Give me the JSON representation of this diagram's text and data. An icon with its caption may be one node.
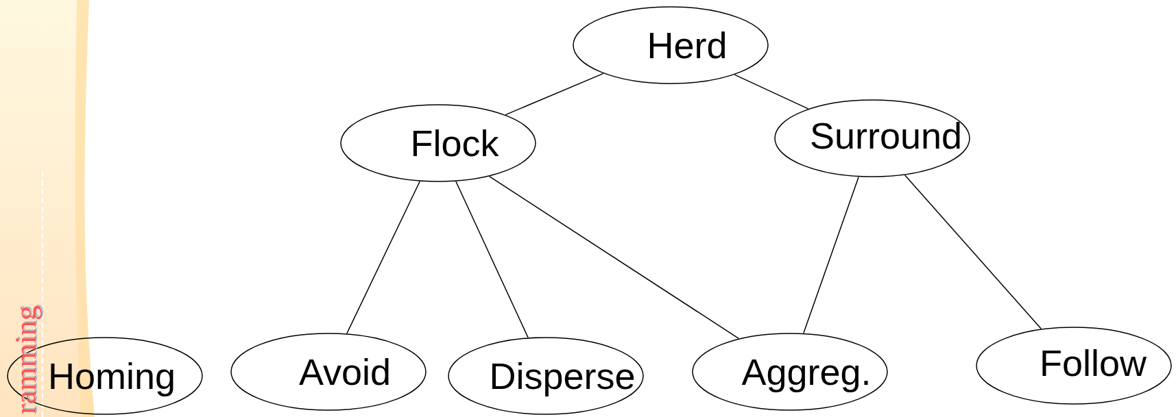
{
  "diagram": {
    "nodes": [
      {
        "text": [
          "Herd"
        ]
      },
      {
        "text": [
          "Flock"
        ]
      },
      {
        "text": [
          "Surround"
        ]
      },
      {
        "text": [
          "Homing"
        ]
      },
      {
        "text": [
          "Avoid"
        ]
      },
      {
        "text": [
          "Disperse"
        ]
      },
      {
        "text": [
          "Aggreg."
        ]
      },
      {
        "text": [
          "Follow"
        ]
      }
    ],
    "edges": [
      {
        "from": 0,
        "to": 1,
        "arrow": "none"
      },
      {
        "from": 0,
        "to": 2,
        "arrow": "none"
      },
      {
        "from": 1,
        "to": 4,
        "arrow": "none"
      },
      {
        "from": 1,
        "to": 5,
        "arrow": "none"
      },
      {
        "from": 1,
        "to": 6,
        "arrow": "none"
      },
      {
        "from": 2,
        "to": 6,
        "arrow": "none"
      },
      {
        "from": 2,
        "to": 7,
        "arrow": "none"
      }
    ],
    "labels": [
      "ramming"
    ]
  }
}
